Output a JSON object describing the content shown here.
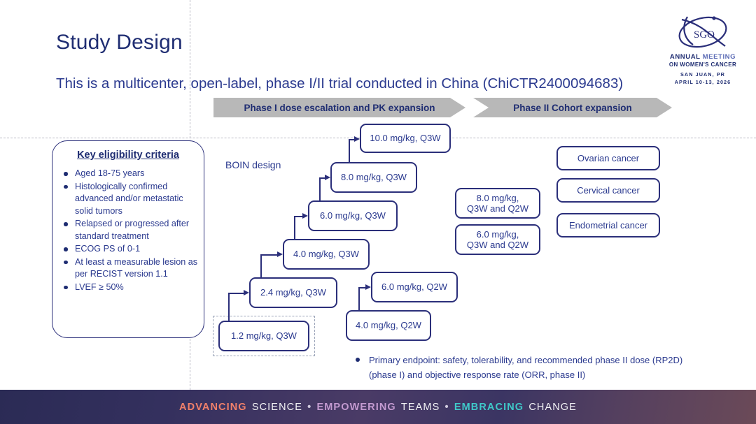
{
  "slide": {
    "title": "Study Design",
    "subtitle": "This is a multicenter, open-label, phase I/II trial conducted in China (ChiCTR2400094683)"
  },
  "logo": {
    "mark_text": "SGO",
    "line1_a": "ANNUAL",
    "line1_b": "MEETING",
    "line2": "ON WOMEN'S CANCER",
    "location": "SAN JUAN, PR",
    "dates": "APRIL 10-13, 2026"
  },
  "phases": [
    {
      "label": "Phase I dose escalation and PK expansion"
    },
    {
      "label": "Phase II Cohort expansion"
    }
  ],
  "eligibility": {
    "title": "Key eligibility criteria",
    "items": [
      "Aged 18-75 years",
      "Histologically confirmed advanced and/or metastatic solid tumors",
      "Relapsed or progressed after standard treatment",
      "ECOG PS of 0-1",
      "At least a measurable lesion as per RECIST version 1.1",
      "LVEF ≥ 50%"
    ]
  },
  "design_label": "BOIN design",
  "dose_escalation_q3w": [
    {
      "label": "1.2 mg/kg, Q3W"
    },
    {
      "label": "2.4 mg/kg, Q3W"
    },
    {
      "label": "4.0 mg/kg, Q3W"
    },
    {
      "label": "6.0 mg/kg, Q3W"
    },
    {
      "label": "8.0 mg/kg, Q3W"
    },
    {
      "label": "10.0 mg/kg, Q3W"
    }
  ],
  "dose_escalation_q2w": [
    {
      "label": "4.0 mg/kg, Q2W"
    },
    {
      "label": "6.0 mg/kg, Q2W"
    }
  ],
  "phase2_doses": [
    {
      "line1": "8.0 mg/kg,",
      "line2": "Q3W and Q2W"
    },
    {
      "line1": "6.0 mg/kg,",
      "line2": "Q3W and Q2W"
    }
  ],
  "phase2_cohorts": [
    {
      "label": "Ovarian cancer"
    },
    {
      "label": "Cervical cancer"
    },
    {
      "label": "Endometrial cancer"
    }
  ],
  "endpoint": "Primary endpoint: safety, tolerability, and recommended phase II dose (RP2D) (phase I) and objective response rate (ORR, phase II)",
  "footer": {
    "w1": "ADVANCING",
    "w2": "SCIENCE",
    "w3": "EMPOWERING",
    "w4": "TEAMS",
    "w5": "EMBRACING",
    "w6": "CHANGE"
  },
  "colors": {
    "navy": "#1f2d72",
    "box_border": "#2b2f7a",
    "chevron_gray": "#b8b8b8",
    "accent_orange": "#f0806a",
    "accent_pink": "#c39ad0",
    "accent_teal": "#3fc8c8"
  }
}
